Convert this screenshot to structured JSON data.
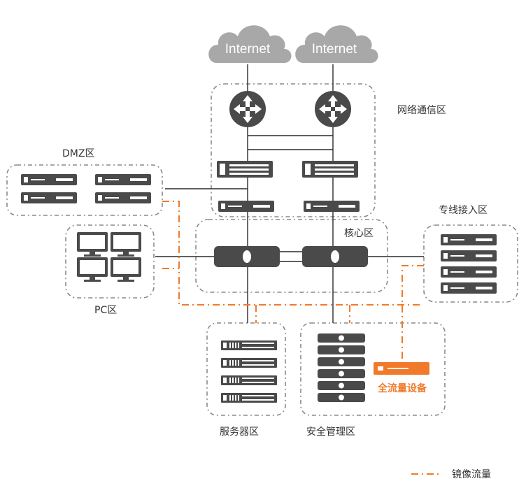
{
  "colors": {
    "device": "#4a4a4a",
    "mirror": "#f07a2a",
    "cloud": "#a8a8a8",
    "zone": "#8a8a8a"
  },
  "clouds": [
    {
      "label": "Internet"
    },
    {
      "label": "Internet"
    }
  ],
  "zones": {
    "network": "网络通信区",
    "dmz": "DMZ区",
    "core": "核心区",
    "dedicated": "专线接入区",
    "pc": "PC区",
    "server": "服务器区",
    "security": "安全管理区"
  },
  "device": {
    "full_traffic": "全流量设备"
  },
  "legend": {
    "mirror": "镜像流量"
  }
}
